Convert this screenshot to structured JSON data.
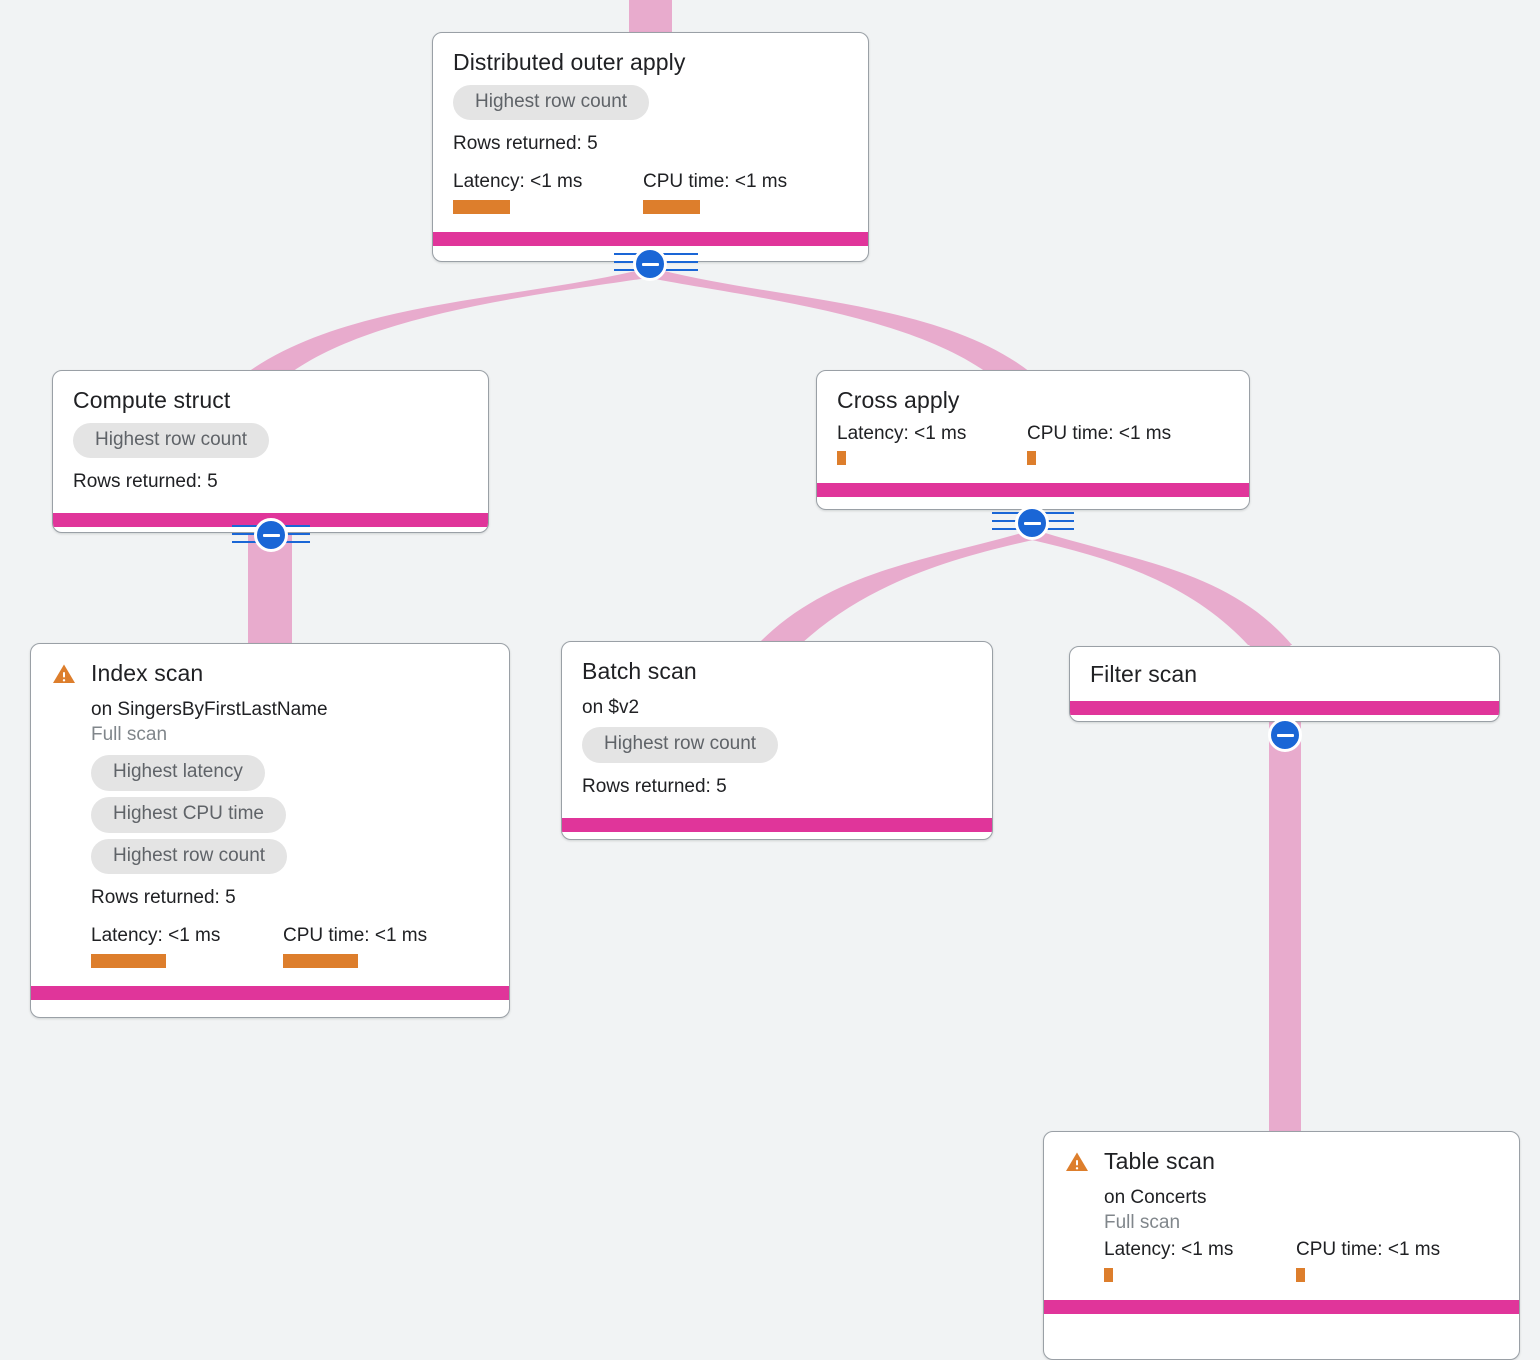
{
  "theme": {
    "background": "#f1f3f4",
    "node_border": "#9aa0a6",
    "node_footer": "#e0359a",
    "edge_ribbon": "#e8abcd",
    "metric_bar": "#dd7e2c",
    "badge_bg": "#e4e4e4",
    "badge_text": "#5f6368",
    "toggle_blue": "#1a66d6",
    "warning_orange": "#dd7e2c"
  },
  "labels": {
    "rows_prefix": "Rows returned: ",
    "latency_prefix": "Latency: ",
    "cpu_prefix": "CPU time: "
  },
  "nodes": [
    {
      "id": "distributed-outer-apply",
      "title": "Distributed outer apply",
      "warning": false,
      "subtitle": null,
      "scan_note": null,
      "badges": [
        "Highest row count"
      ],
      "rows_returned": "Rows returned: 5",
      "latency": "Latency: <1 ms",
      "cpu_time": "CPU time: <1 ms",
      "collapse_icon": "minus-circle-icon",
      "collapsed": false
    },
    {
      "id": "compute-struct",
      "title": "Compute struct",
      "warning": false,
      "subtitle": null,
      "scan_note": null,
      "badges": [
        "Highest row count"
      ],
      "rows_returned": "Rows returned: 5",
      "latency": null,
      "cpu_time": null,
      "collapse_icon": "minus-circle-icon",
      "collapsed": false
    },
    {
      "id": "cross-apply",
      "title": "Cross apply",
      "warning": false,
      "subtitle": null,
      "scan_note": null,
      "badges": [],
      "rows_returned": null,
      "latency": "Latency: <1 ms",
      "cpu_time": "CPU time: <1 ms",
      "collapse_icon": "minus-circle-icon",
      "collapsed": false
    },
    {
      "id": "index-scan",
      "title": "Index scan",
      "warning": true,
      "subtitle": "on SingersByFirstLastName",
      "scan_note": "Full scan",
      "badges": [
        "Highest latency",
        "Highest CPU time",
        "Highest row count"
      ],
      "rows_returned": "Rows returned: 5",
      "latency": "Latency: <1 ms",
      "cpu_time": "CPU time: <1 ms",
      "collapse_icon": null,
      "collapsed": false
    },
    {
      "id": "batch-scan",
      "title": "Batch scan",
      "warning": false,
      "subtitle": "on $v2",
      "scan_note": null,
      "badges": [
        "Highest row count"
      ],
      "rows_returned": "Rows returned: 5",
      "latency": null,
      "cpu_time": null,
      "collapse_icon": null,
      "collapsed": false
    },
    {
      "id": "filter-scan",
      "title": "Filter scan",
      "warning": false,
      "subtitle": null,
      "scan_note": null,
      "badges": [],
      "rows_returned": null,
      "latency": null,
      "cpu_time": null,
      "collapse_icon": "minus-circle-icon",
      "collapsed": false
    },
    {
      "id": "table-scan",
      "title": "Table scan",
      "warning": true,
      "subtitle": "on Concerts",
      "scan_note": "Full scan",
      "badges": [],
      "rows_returned": null,
      "latency": "Latency: <1 ms",
      "cpu_time": "CPU time: <1 ms",
      "collapse_icon": null,
      "collapsed": false
    }
  ],
  "edges": [
    {
      "from": "(top of canvas)",
      "to": "distributed-outer-apply"
    },
    {
      "from": "distributed-outer-apply",
      "to": "compute-struct"
    },
    {
      "from": "distributed-outer-apply",
      "to": "cross-apply"
    },
    {
      "from": "compute-struct",
      "to": "index-scan"
    },
    {
      "from": "cross-apply",
      "to": "batch-scan"
    },
    {
      "from": "cross-apply",
      "to": "filter-scan"
    },
    {
      "from": "filter-scan",
      "to": "table-scan"
    }
  ]
}
